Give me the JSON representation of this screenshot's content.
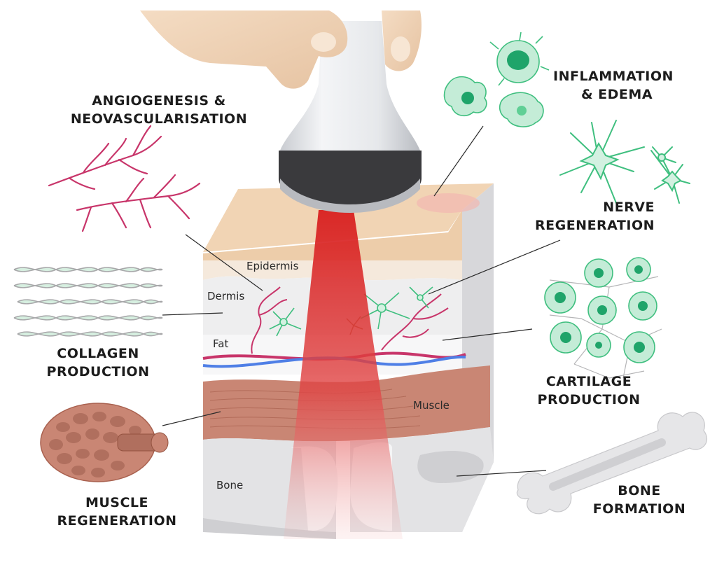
{
  "labels": {
    "angiogenesis": [
      "ANGIOGENESIS &",
      "NEOVASCULARISATION"
    ],
    "inflammation": [
      "INFLAMMATION",
      "& EDEMA"
    ],
    "nerve": [
      "NERVE",
      "REGENERATION"
    ],
    "collagen": [
      "COLLAGEN",
      "PRODUCTION"
    ],
    "cartilage": [
      "CARTILAGE",
      "PRODUCTION"
    ],
    "muscle": [
      "MUSCLE",
      "REGENERATION"
    ],
    "bone": [
      "BONE",
      "FORMATION"
    ]
  },
  "layers": {
    "epidermis": "Epidermis",
    "dermis": "Dermis",
    "fat": "Fat",
    "muscle": "Muscle",
    "bone": "Bone"
  },
  "colors": {
    "laser": "#e02b2b",
    "vessel_red": "#c8356a",
    "vessel_blue": "#4f7fe6",
    "cell_green": "#3fbf7f",
    "muscle": "#c98674",
    "skin": "#f1d4b4"
  }
}
